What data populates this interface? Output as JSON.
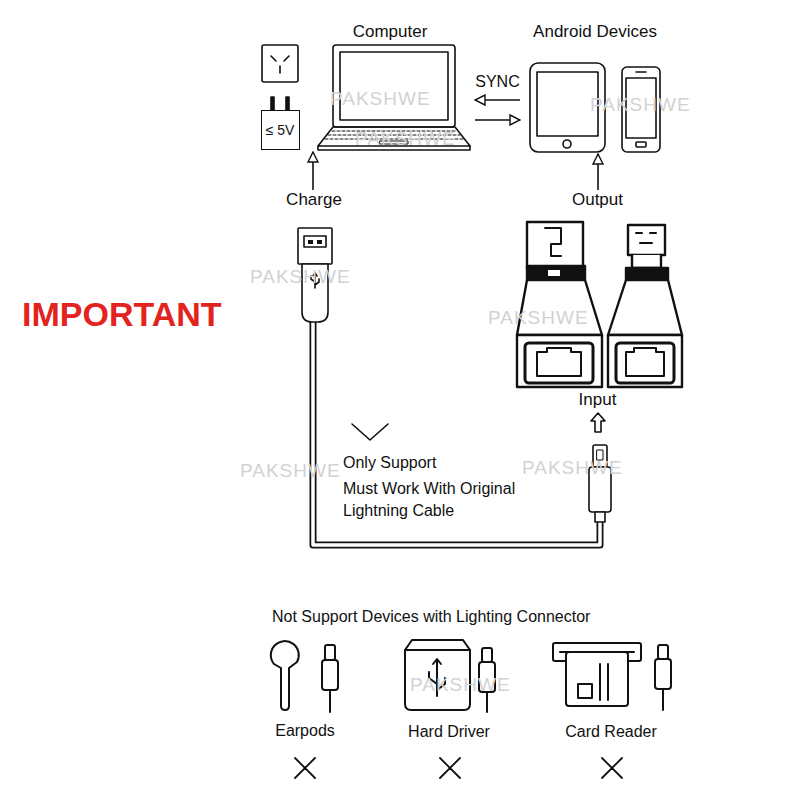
{
  "diagram": {
    "nodes": [
      {
        "text": [
          "≤ 5V"
        ]
      },
      {
        "text": [
          "Computer"
        ]
      },
      {
        "text": [
          "Android Devices"
        ]
      },
      {
        "text": [
          "Charge"
        ]
      },
      {
        "text": [
          "Output",
          "Input"
        ]
      }
    ],
    "edges": [
      {
        "from": 2,
        "to": 1,
        "arrow": "to",
        "label": "SYNC"
      },
      {
        "from": 1,
        "to": 2,
        "arrow": "to"
      },
      {
        "from": 3,
        "to": 1,
        "arrow": "to"
      },
      {
        "from": 4,
        "to": 2,
        "arrow": "to"
      }
    ],
    "labels": [
      "IMPORTANT",
      "Only Support",
      "Must Work With Original Lightning Cable",
      "Not Support Devices with Lighting Connector",
      "Earpods",
      "Hard Driver",
      "Card Reader",
      "PAKSHWE",
      "PAKSHWE",
      "PAKSHWE",
      "PAKSHWE",
      "PAKSHWE",
      "PAKSHWE",
      "PAKSHWE",
      "PAKSHWE"
    ]
  }
}
